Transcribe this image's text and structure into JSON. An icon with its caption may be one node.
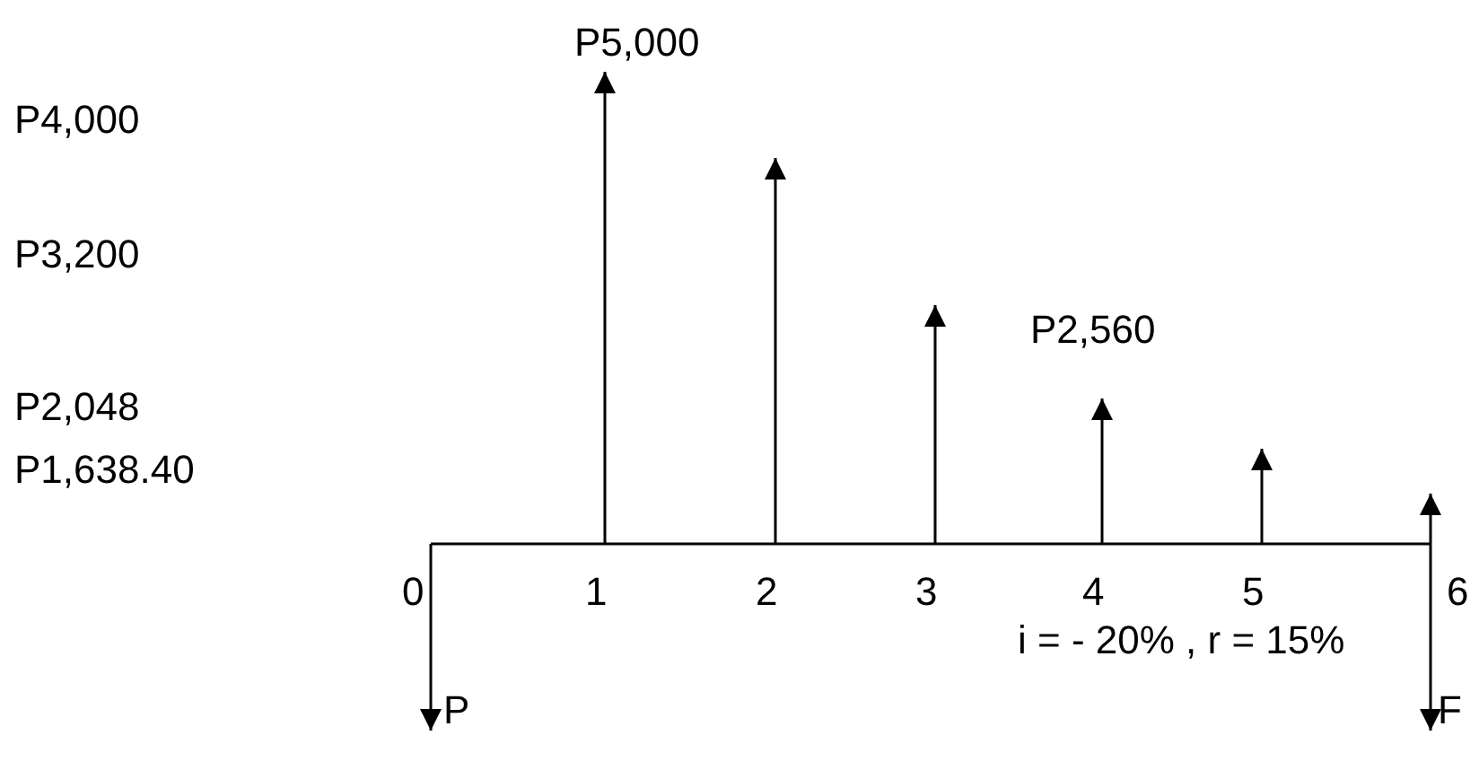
{
  "diagram": {
    "labels": [
      "P5,000",
      "P4,000",
      "P3,200",
      "P2,560",
      "P2,048",
      "P1,638.40",
      "0",
      "1",
      "2",
      "3",
      "4",
      "5",
      "6",
      "i = - 20% , r = 15%",
      "P",
      "F"
    ]
  }
}
